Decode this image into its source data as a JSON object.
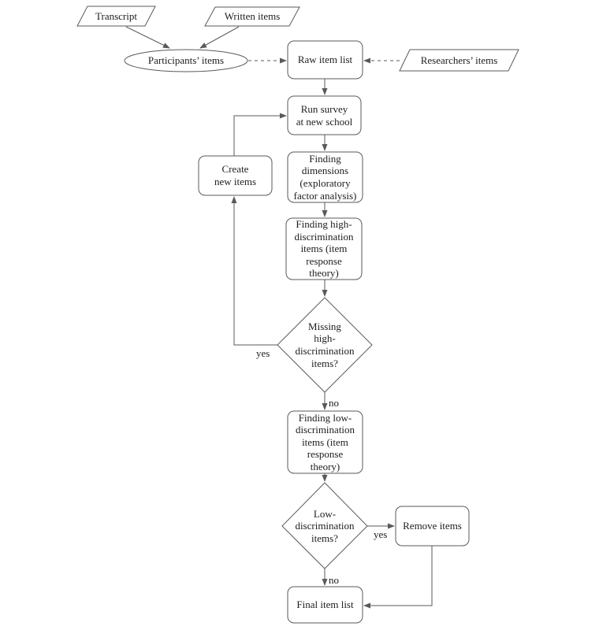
{
  "diagram": {
    "nodes": {
      "transcript": {
        "label": "Transcript",
        "shape": "parallelogram"
      },
      "written_items": {
        "label": "Written items",
        "shape": "parallelogram"
      },
      "participants_items": {
        "label": "Participants’ items",
        "shape": "ellipse"
      },
      "raw_item_list": {
        "label": "Raw item list",
        "shape": "rounded-rect"
      },
      "researchers_items": {
        "label": "Researchers’ items",
        "shape": "parallelogram"
      },
      "run_survey": {
        "label": "Run survey\nat new school",
        "shape": "rounded-rect"
      },
      "finding_dimensions": {
        "label": "Finding\ndimensions\n(exploratory\nfactor analysis)",
        "shape": "rounded-rect"
      },
      "create_new_items": {
        "label": "Create\nnew items",
        "shape": "rounded-rect"
      },
      "finding_high_discrimination": {
        "label": "Finding high-\ndiscrimination\nitems (item\nresponse\ntheory)",
        "shape": "rounded-rect"
      },
      "missing_high_discrimination": {
        "label": "Missing\nhigh-\ndiscrimination\nitems?",
        "shape": "diamond"
      },
      "finding_low_discrimination": {
        "label": "Finding low-\ndiscrimination\nitems (item\nresponse\ntheory)",
        "shape": "rounded-rect"
      },
      "low_discrimination": {
        "label": "Low-\ndiscrimination\nitems?",
        "shape": "diamond"
      },
      "remove_items": {
        "label": "Remove items",
        "shape": "rounded-rect"
      },
      "final_item_list": {
        "label": "Final item list",
        "shape": "rounded-rect"
      }
    },
    "edge_labels": {
      "missing_yes": "yes",
      "missing_no": "no",
      "low_yes": "yes",
      "low_no": "no"
    },
    "colors": {
      "stroke": "#5a5a5a",
      "text": "#1d1d1d",
      "background": "#ffffff"
    }
  }
}
